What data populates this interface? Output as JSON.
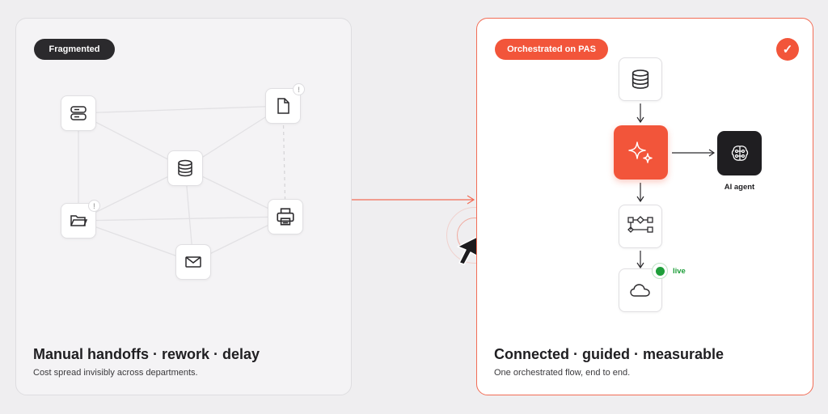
{
  "left": {
    "badge": "Fragmented",
    "headline": "Manual handoffs · rework · delay",
    "subline": "Cost spread invisibly across departments.",
    "nodes": [
      "server-icon",
      "document-icon",
      "database-icon",
      "folder-icon",
      "printer-icon",
      "mail-icon"
    ],
    "warning_mark": "!"
  },
  "right": {
    "badge": "Orchestrated on PAS",
    "headline": "Connected · guided · measurable",
    "subline": "One orchestrated flow, end to end.",
    "nodes": [
      "database-icon",
      "sparkle-icon",
      "workflow-icon",
      "cloud-icon",
      "brain-icon"
    ],
    "agent_label": "AI agent",
    "live_label": "live",
    "check_mark": "✓"
  },
  "colors": {
    "accent": "#f2553a",
    "dark": "#2b2a2d",
    "live": "#1e9e3a"
  }
}
